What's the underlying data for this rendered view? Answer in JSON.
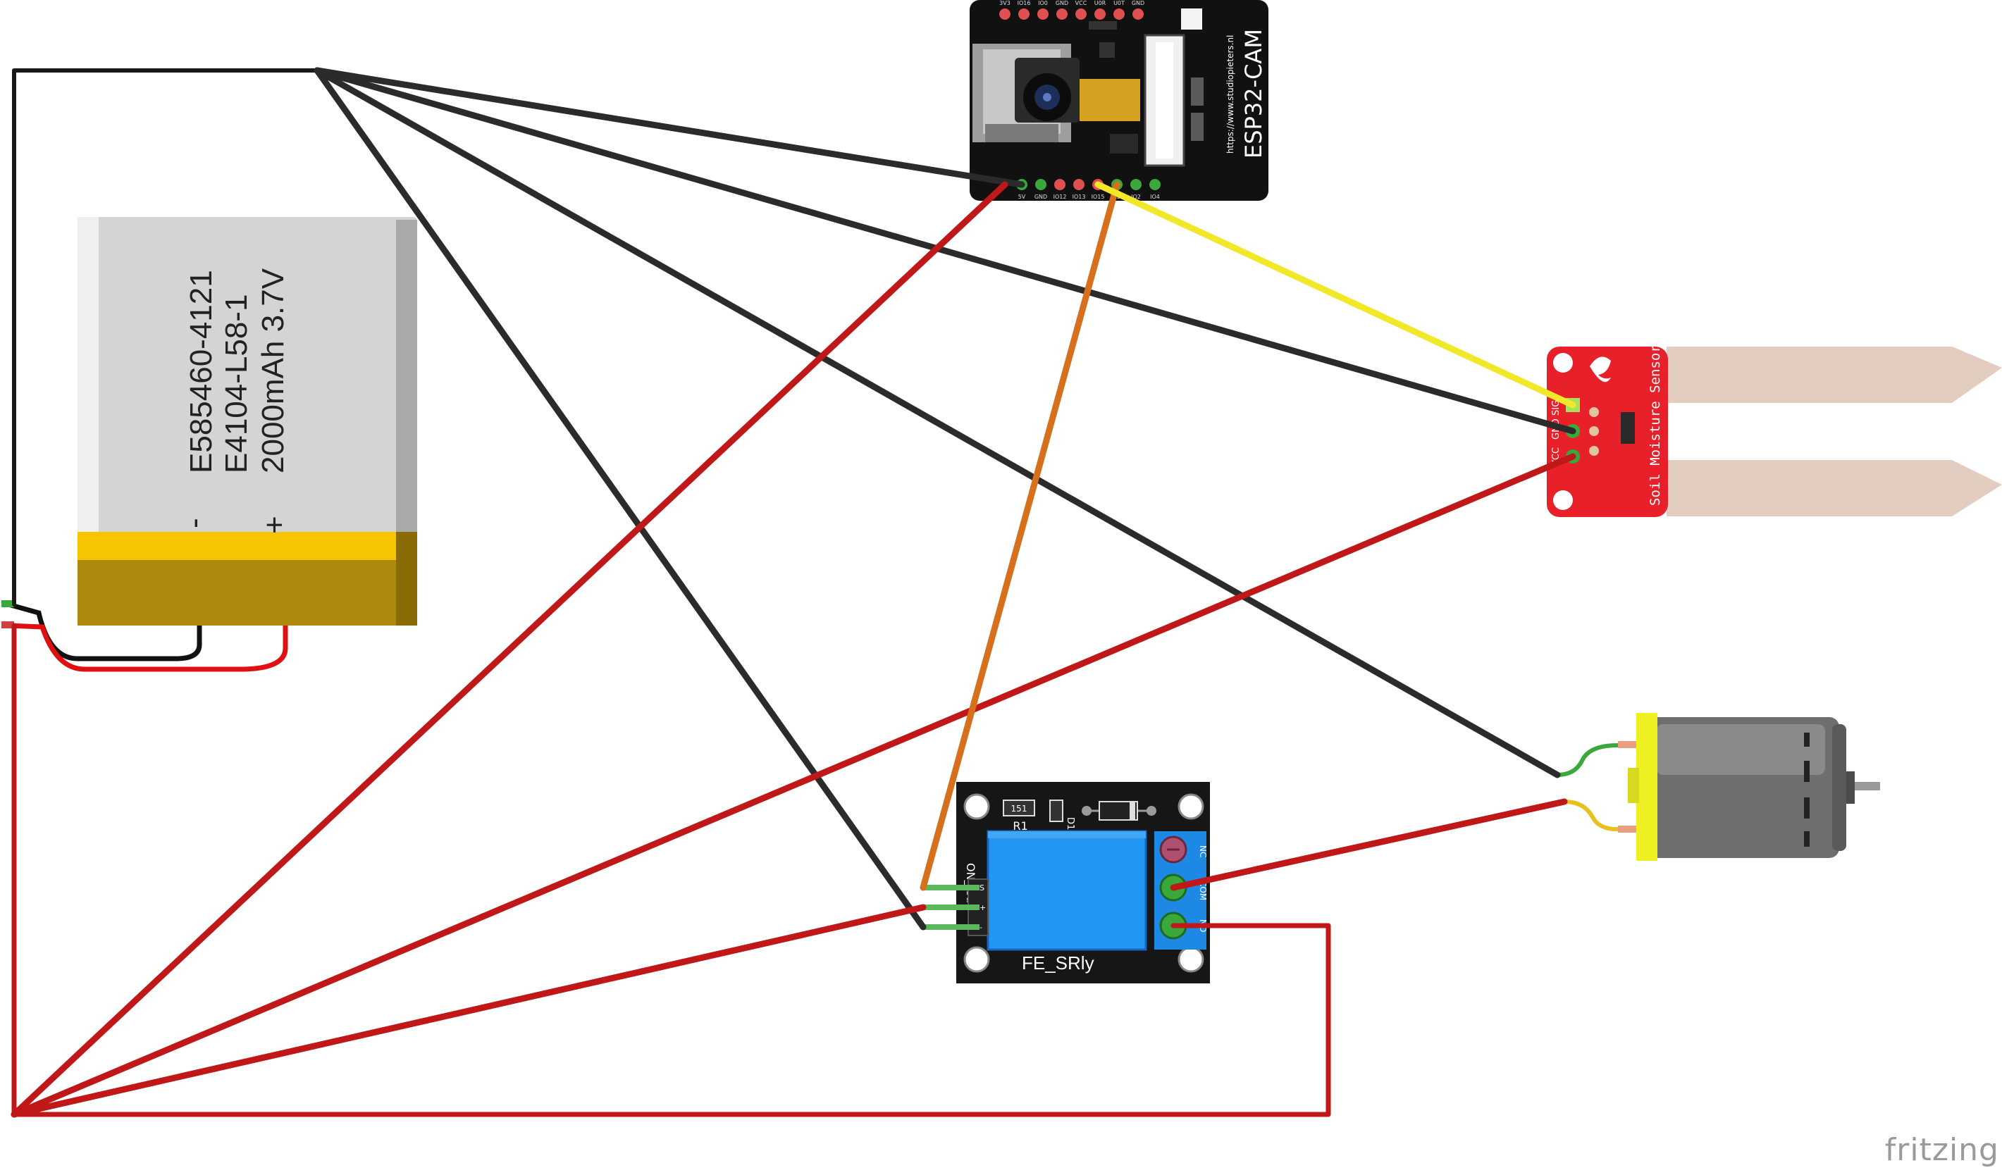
{
  "battery": {
    "line1": "E585460-4121",
    "line2": "E4104-L58-1",
    "line3": "2000mAh 3.7V",
    "minus": "-",
    "plus": "+"
  },
  "esp32": {
    "name": "ESP32-CAM",
    "url": "https://www.studiopieters.nl",
    "top_pins": [
      "3V3",
      "IO16",
      "IO0",
      "GND",
      "VCC",
      "U0R",
      "U0T",
      "GND"
    ],
    "bottom_pins": [
      "5V",
      "GND",
      "IO12",
      "IO13",
      "IO15",
      "IO14",
      "IO2",
      "IO4"
    ]
  },
  "soil_sensor": {
    "name": "Soil Moisture Sensor",
    "pins": [
      "VCC",
      "GND",
      "SIG"
    ]
  },
  "relay": {
    "name": "FE_SRly",
    "led": "ON_led",
    "r1": "R1",
    "r1_val": "151",
    "d1": "D1",
    "pins": [
      "S",
      "+",
      "-"
    ],
    "terminals": [
      "NC",
      "COM",
      "NO"
    ]
  },
  "watermark": "fritzing",
  "colors": {
    "wire_black": "#2b2b2b",
    "wire_red": "#c01818",
    "wire_orange": "#d7701c",
    "wire_yellow": "#f2e82a",
    "wire_green": "#3aa83a",
    "battery_body": "#d4d4d4",
    "battery_band": "#f6c400",
    "esp32_board": "#111111",
    "soil_board": "#e8202a",
    "relay_board": "#161616",
    "relay_box": "#2196f3",
    "motor_body": "#6e6e6e",
    "motor_cap": "#eef021"
  }
}
